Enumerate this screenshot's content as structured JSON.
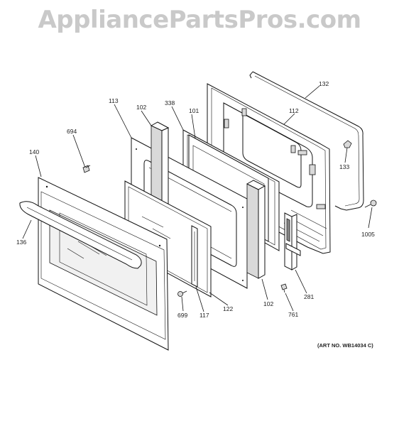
{
  "watermark": "AppliancePartsPros.com",
  "art_number": "(ART NO. WB14034 C)",
  "callouts": {
    "c132": "132",
    "c112": "112",
    "c133": "133",
    "c1005": "1005",
    "c113": "113",
    "c102a": "102",
    "c338": "338",
    "c101": "101",
    "c694": "694",
    "c140": "140",
    "c136": "136",
    "c699": "699",
    "c117": "117",
    "c122": "122",
    "c102b": "102",
    "c761": "761",
    "c281": "281"
  }
}
